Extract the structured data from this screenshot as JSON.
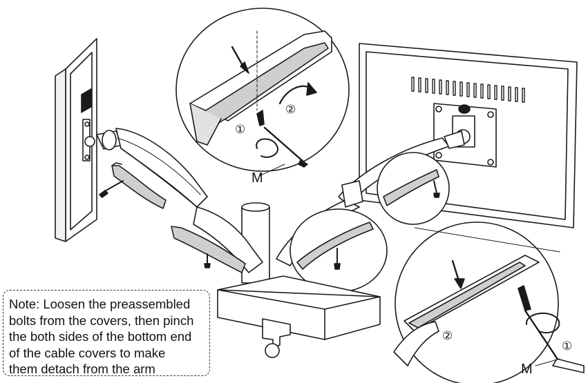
{
  "note": {
    "lines": [
      "Note: Loosen the preassembled",
      "bolts from the covers, then pinch",
      "the both sides of the bottom end",
      "of the cable covers to make",
      "them detach from the arm"
    ]
  },
  "callouts": {
    "top": {
      "step1": "①",
      "step2": "②",
      "tool": "M"
    },
    "bottom": {
      "step1": "①",
      "step2": "②",
      "tool": "M"
    }
  }
}
